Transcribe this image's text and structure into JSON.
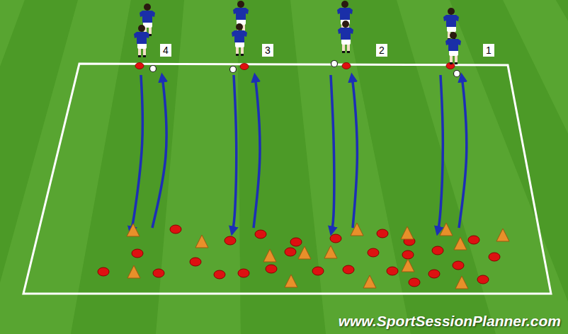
{
  "diagram": {
    "labels": [
      "4",
      "3",
      "2",
      "1",
      "www.SportSessionPlanner.com"
    ]
  }
}
